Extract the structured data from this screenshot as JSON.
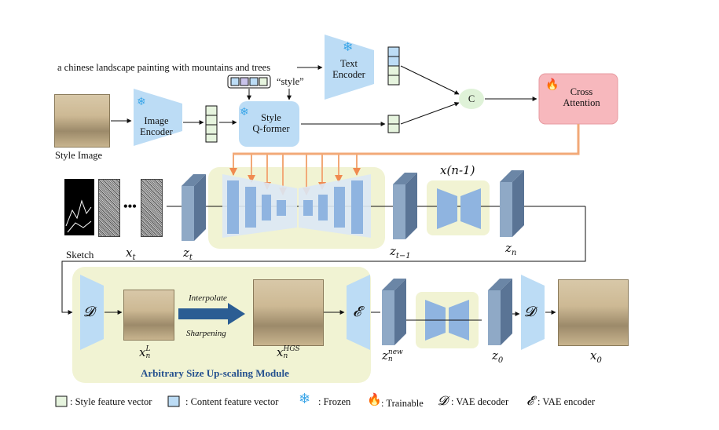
{
  "prompt_text": "a chinese landscape painting with mountains and trees",
  "style_word": "“style”",
  "style_image_label": "Style Image",
  "image_encoder_label": [
    "Image",
    "Encoder"
  ],
  "text_encoder_label": [
    "Text",
    "Encoder"
  ],
  "style_qformer_label": [
    "Style",
    "Q-former"
  ],
  "concat_label": "C",
  "cross_attention_label": [
    "Cross",
    "Attention"
  ],
  "sketch_label": "Sketch",
  "x_t": "x",
  "x_t_sub": "t",
  "z_t": "z",
  "z_t_sub": "t",
  "z_t1": "z",
  "z_t1_sub": "t−1",
  "xn_prev": "x(n-1)",
  "z_n": "z",
  "z_n_sub": "n",
  "vae_decoder_symbol": "𝓓",
  "vae_encoder_symbol": "𝓔",
  "xnL": "x",
  "xnL_sub": "n",
  "xnL_sup": "L",
  "interpolate_label": "Interpolate",
  "sharpening_label": "Sharpening",
  "xnHGS": "x",
  "xnHGS_sub": "n",
  "xnHGS_sup": "HGS",
  "znnew": "z",
  "znnew_sub": "n",
  "znnew_sup": "new",
  "z0": "z",
  "z0_sub": "0",
  "x0": "x",
  "x0_sub": "0",
  "module_label": "Arbitrary Size Up-scaling Module",
  "legend": {
    "style_vec": ": Style feature vector",
    "content_vec": ": Content feature vector",
    "frozen": ": Frozen",
    "trainable": ": Trainable",
    "vae_decoder": ": VAE decoder",
    "vae_encoder": ": VAE encoder"
  },
  "colors": {
    "encoder_blue": "#bcdcf5",
    "module_yellow": "#f1f3d3",
    "style_green": "#e6f4de",
    "cross_attention_pink": "#f7b8bd",
    "arrow_orange": "#f2a978",
    "arrow_blue": "#2b5d93"
  }
}
